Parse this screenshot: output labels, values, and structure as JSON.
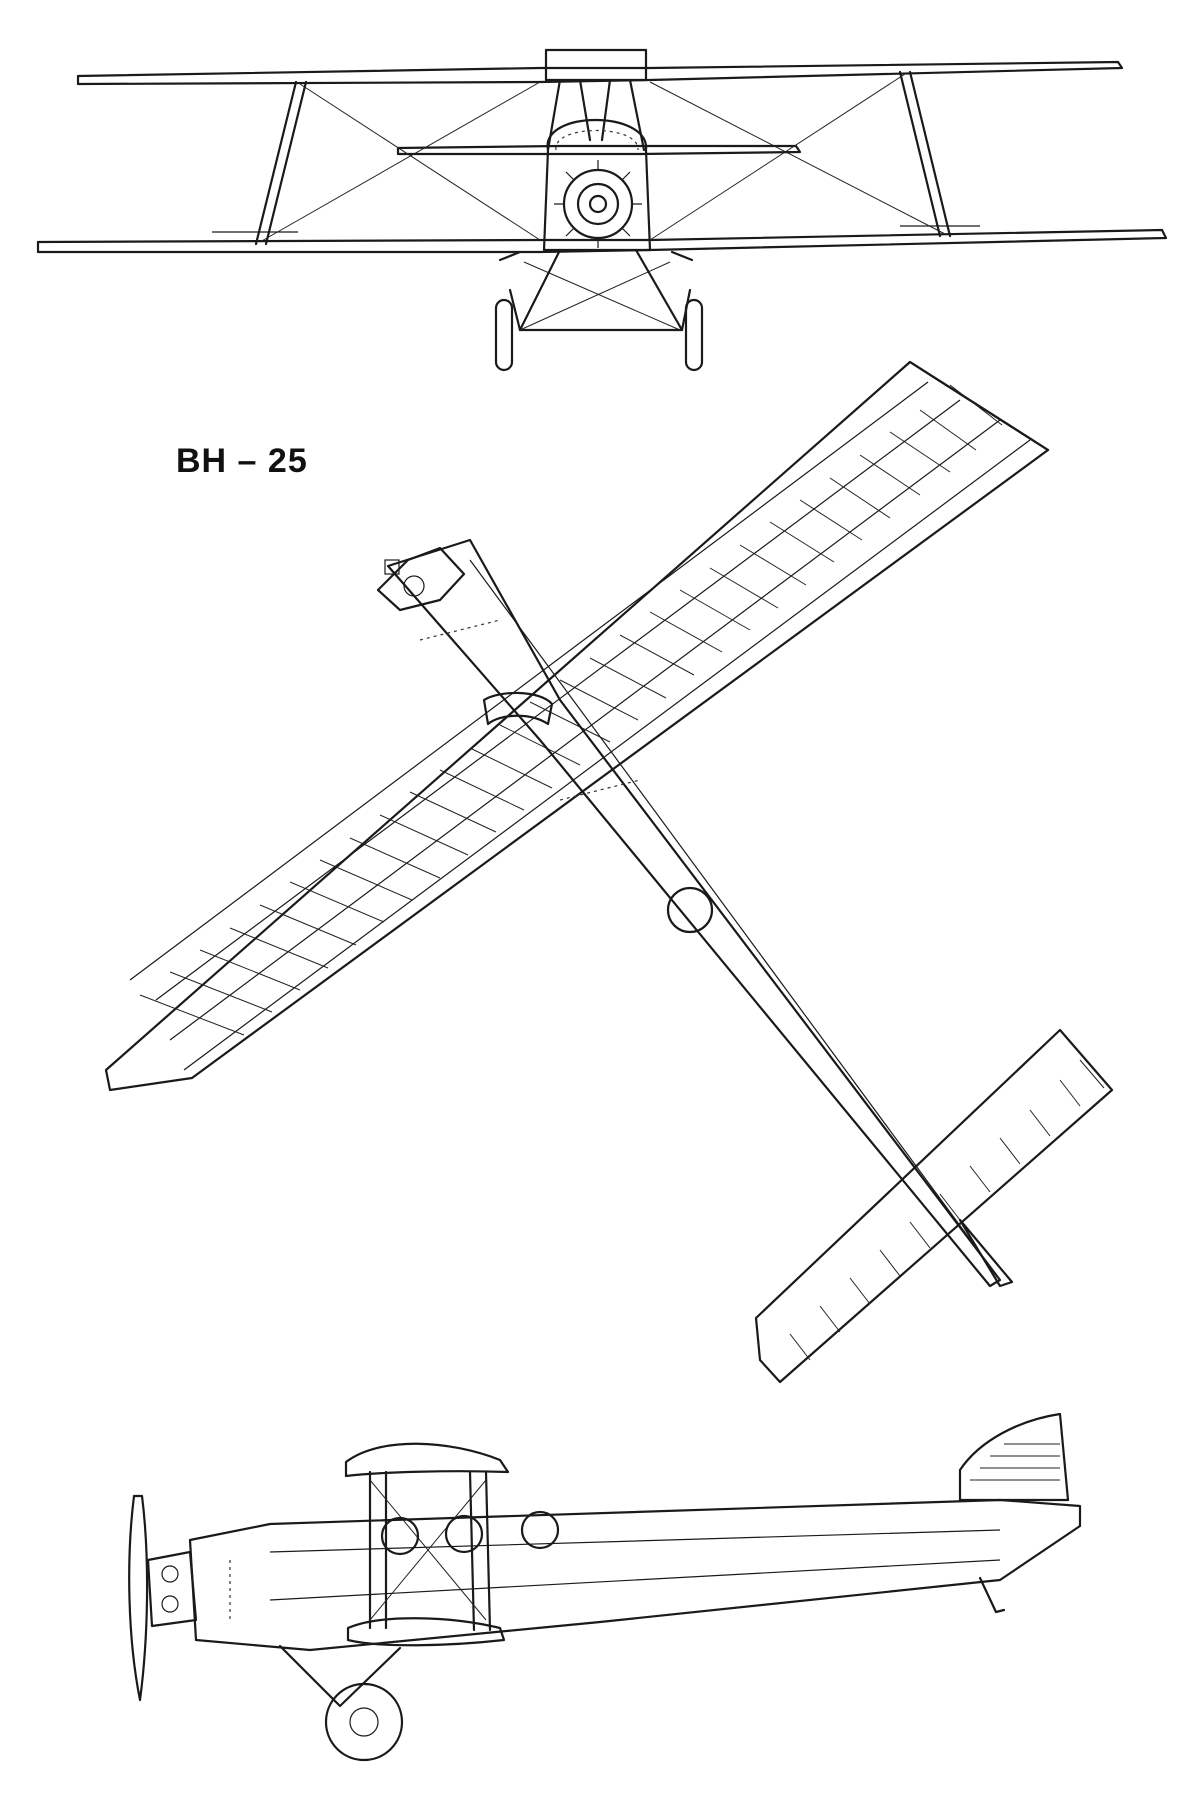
{
  "drawing": {
    "title": "BH – 25",
    "ink_color": "#1a1a1a",
    "paper_color": "#ffffff"
  },
  "views": [
    {
      "id": "front"
    },
    {
      "id": "top"
    },
    {
      "id": "side"
    }
  ]
}
